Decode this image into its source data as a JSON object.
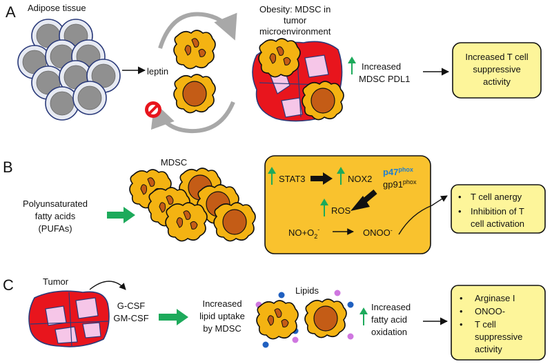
{
  "panelA": {
    "letter": "A",
    "adipose_label": "Adipose tissue",
    "leptin_label": "leptin",
    "obesity_lines": [
      "Obesity: MDSC in",
      "tumor",
      "microenvironment"
    ],
    "increased_lines": [
      "Increased",
      "MDSC PDL1"
    ],
    "outcome_lines": [
      "Increased T cell",
      "suppressive",
      "activity"
    ]
  },
  "panelB": {
    "letter": "B",
    "mdsc_label": "MDSC",
    "pufa_lines": [
      "Polyunsaturated",
      "fatty acids",
      "(PUFAs)"
    ],
    "stat3": "STAT3",
    "nox2": "NOX2",
    "p47_base": "p47",
    "p47_sup": "phox",
    "gp91_base": "gp91",
    "gp91_sup": "phox",
    "ros": "ROS",
    "no_base": "NO+O",
    "no_sub": "2",
    "no_sup": "-",
    "onoo_base": "ONOO",
    "onoo_sup": "-",
    "outcomes": [
      [
        "T cell anergy"
      ],
      [
        "Inhibition of T",
        "cell activation"
      ]
    ]
  },
  "panelC": {
    "letter": "C",
    "tumor_label": "Tumor",
    "gcsf_lines": [
      "G-CSF",
      "GM-CSF"
    ],
    "lipids_label": "Lipids",
    "uptake_lines": [
      "Increased",
      "lipid uptake",
      "by MDSC"
    ],
    "oxidation_lines": [
      "Increased",
      "fatty acid",
      "oxidation"
    ],
    "outcomes": [
      [
        "Arginase I"
      ],
      [
        "ONOO-"
      ],
      [
        "T cell",
        "suppressive",
        "activity"
      ]
    ]
  },
  "colors": {
    "yellow_box": "#fdf59a",
    "orange_box": "#f9c22e",
    "red": "#e8151d",
    "pink": "#f6c6e8",
    "nucleus": "#c45c16",
    "cell_yellow": "#f4b312",
    "green": "#1daa5b",
    "blue_label": "#1f7ed0",
    "gray_cell": "#909090"
  }
}
